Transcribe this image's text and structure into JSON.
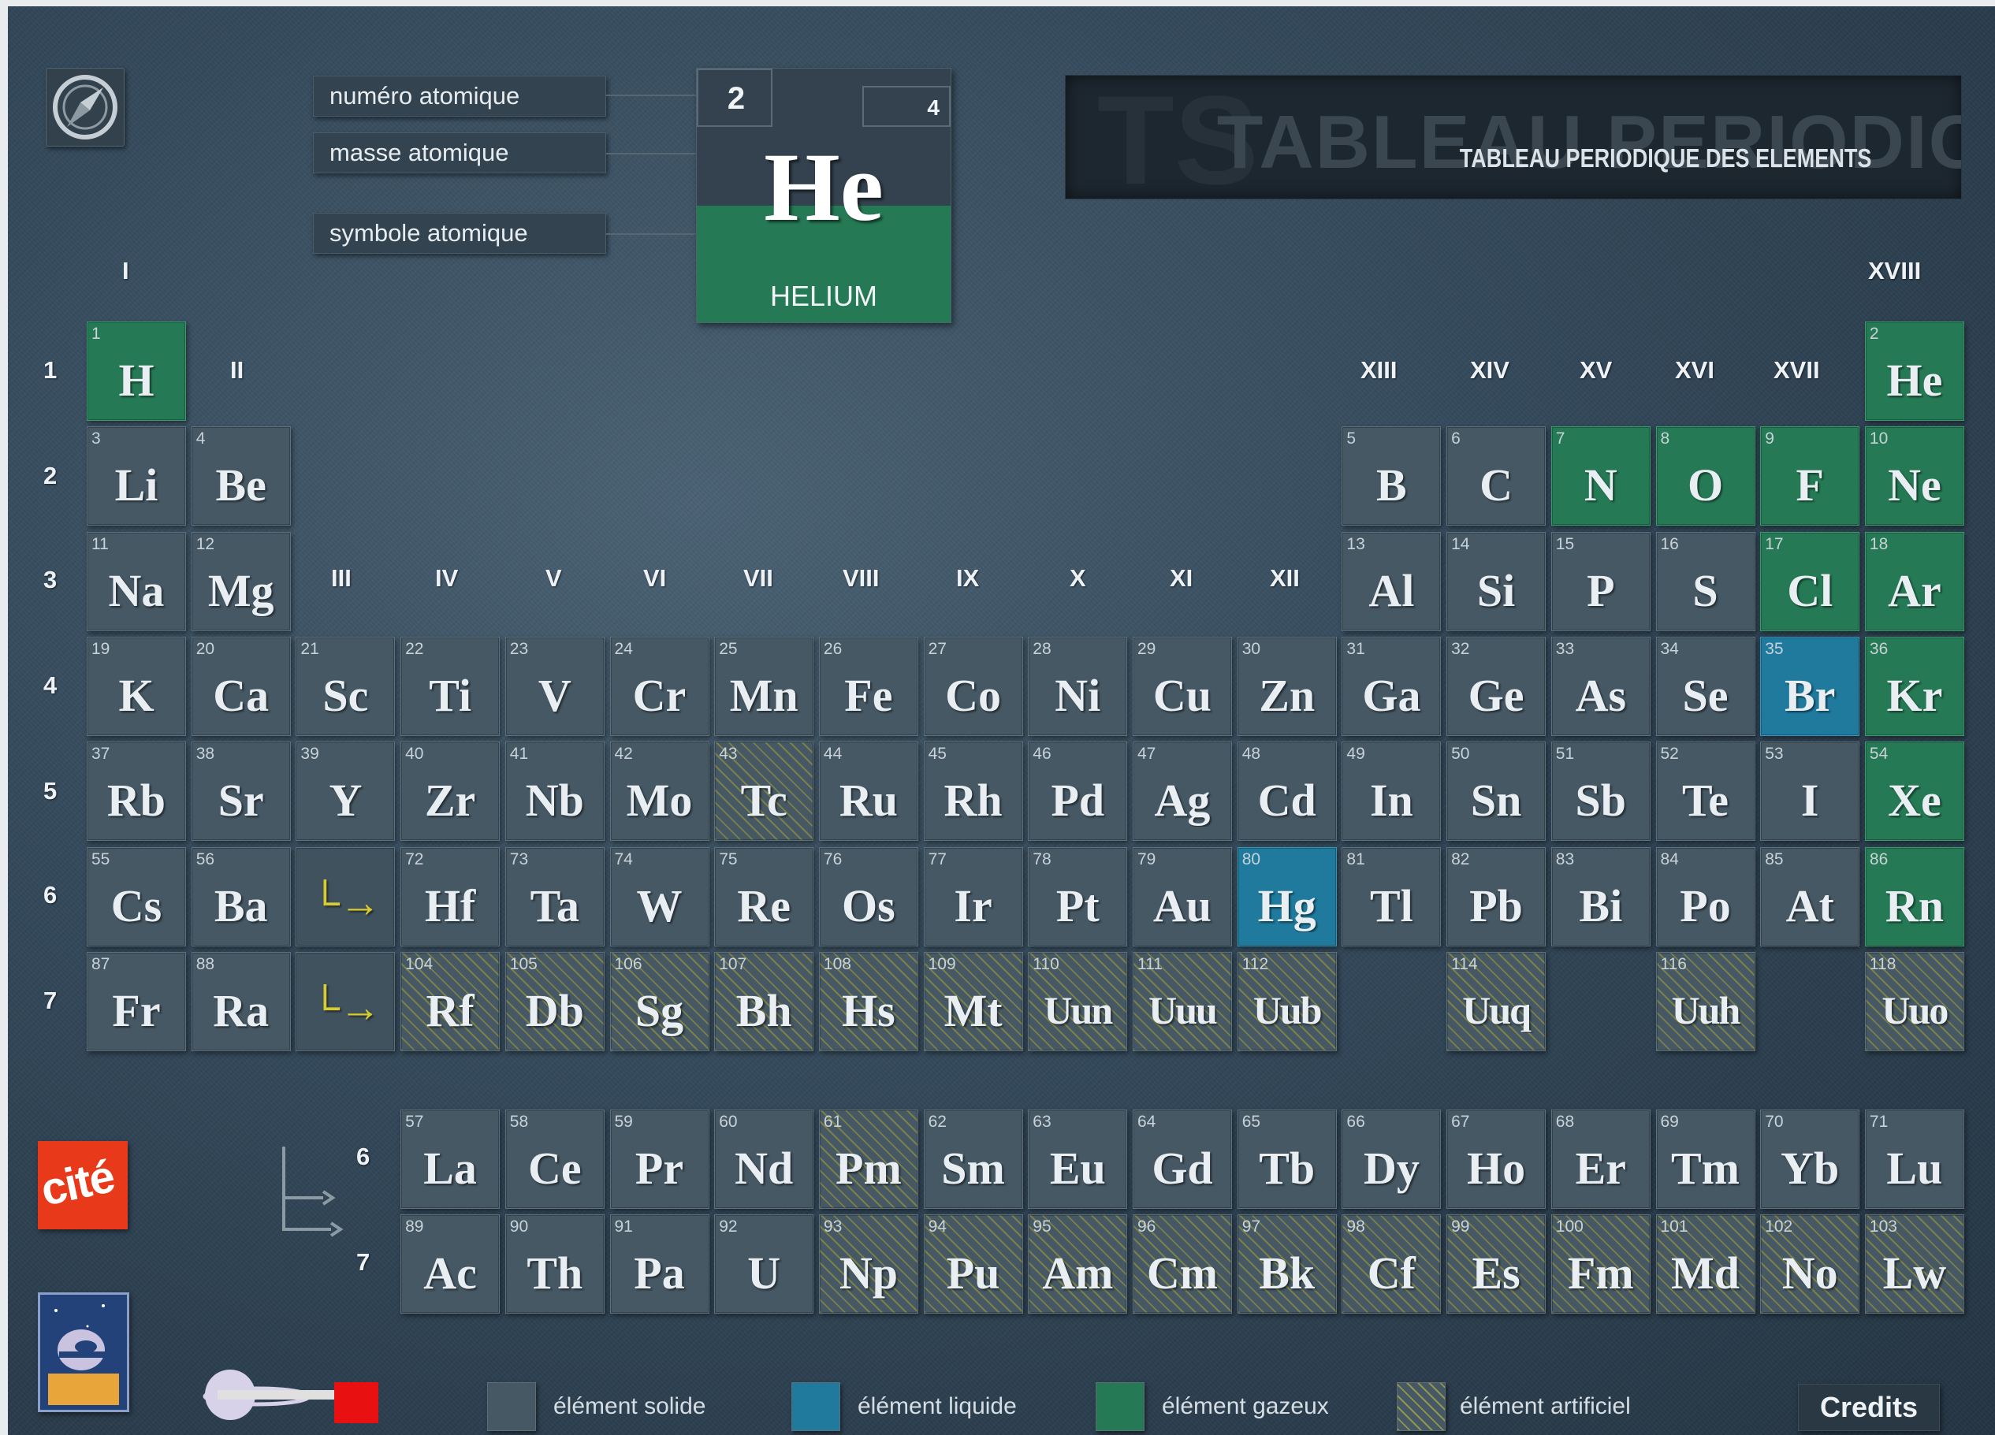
{
  "title_panel": {
    "heading": "TABLEAU PERIODIQUE DES ELEMENTS",
    "ghost_text": "TABLEAU PERIODIC",
    "ghost_text2": "TS"
  },
  "key": {
    "atomic_number_label": "numéro atomique",
    "atomic_mass_label": "masse atomique",
    "atomic_symbol_label": "symbole atomique"
  },
  "selected_element": {
    "number": "2",
    "mass": "4",
    "symbol": "He",
    "name": "HELIUM"
  },
  "groups": {
    "g1": "I",
    "g2": "II",
    "g3": "III",
    "g4": "IV",
    "g5": "V",
    "g6": "VI",
    "g7": "VII",
    "g8": "VIII",
    "g9": "IX",
    "g10": "X",
    "g11": "XI",
    "g12": "XII",
    "g13": "XIII",
    "g14": "XIV",
    "g15": "XV",
    "g16": "XVI",
    "g17": "XVII",
    "g18": "XVIII"
  },
  "periods": [
    "1",
    "2",
    "3",
    "4",
    "5",
    "6",
    "7"
  ],
  "series_periods": [
    "6",
    "7"
  ],
  "legend": {
    "solid": "élément solide",
    "liquid": "élément liquide",
    "gas": "élément gazeux",
    "artificial": "élément artificiel",
    "credits": "Credits"
  },
  "logos": {
    "cite": "cité"
  },
  "colors": {
    "solid": "#465864",
    "liquid": "#1f7a9d",
    "gas": "#257a55",
    "artificial_hatch": "#969640",
    "placeholder_arrow": "#d8cc30"
  },
  "elements": [
    {
      "n": "1",
      "s": "H",
      "st": "gas",
      "c": 1,
      "r": 1
    },
    {
      "n": "2",
      "s": "He",
      "st": "gas",
      "c": 18,
      "r": 1
    },
    {
      "n": "3",
      "s": "Li",
      "st": "solid",
      "c": 1,
      "r": 2
    },
    {
      "n": "4",
      "s": "Be",
      "st": "solid",
      "c": 2,
      "r": 2
    },
    {
      "n": "5",
      "s": "B",
      "st": "solid",
      "c": 13,
      "r": 2
    },
    {
      "n": "6",
      "s": "C",
      "st": "solid",
      "c": 14,
      "r": 2
    },
    {
      "n": "7",
      "s": "N",
      "st": "gas",
      "c": 15,
      "r": 2
    },
    {
      "n": "8",
      "s": "O",
      "st": "gas",
      "c": 16,
      "r": 2
    },
    {
      "n": "9",
      "s": "F",
      "st": "gas",
      "c": 17,
      "r": 2
    },
    {
      "n": "10",
      "s": "Ne",
      "st": "gas",
      "c": 18,
      "r": 2
    },
    {
      "n": "11",
      "s": "Na",
      "st": "solid",
      "c": 1,
      "r": 3
    },
    {
      "n": "12",
      "s": "Mg",
      "st": "solid",
      "c": 2,
      "r": 3
    },
    {
      "n": "13",
      "s": "Al",
      "st": "solid",
      "c": 13,
      "r": 3
    },
    {
      "n": "14",
      "s": "Si",
      "st": "solid",
      "c": 14,
      "r": 3
    },
    {
      "n": "15",
      "s": "P",
      "st": "solid",
      "c": 15,
      "r": 3
    },
    {
      "n": "16",
      "s": "S",
      "st": "solid",
      "c": 16,
      "r": 3
    },
    {
      "n": "17",
      "s": "Cl",
      "st": "gas",
      "c": 17,
      "r": 3
    },
    {
      "n": "18",
      "s": "Ar",
      "st": "gas",
      "c": 18,
      "r": 3
    },
    {
      "n": "19",
      "s": "K",
      "st": "solid",
      "c": 1,
      "r": 4
    },
    {
      "n": "20",
      "s": "Ca",
      "st": "solid",
      "c": 2,
      "r": 4
    },
    {
      "n": "21",
      "s": "Sc",
      "st": "solid",
      "c": 3,
      "r": 4
    },
    {
      "n": "22",
      "s": "Ti",
      "st": "solid",
      "c": 4,
      "r": 4
    },
    {
      "n": "23",
      "s": "V",
      "st": "solid",
      "c": 5,
      "r": 4
    },
    {
      "n": "24",
      "s": "Cr",
      "st": "solid",
      "c": 6,
      "r": 4
    },
    {
      "n": "25",
      "s": "Mn",
      "st": "solid",
      "c": 7,
      "r": 4
    },
    {
      "n": "26",
      "s": "Fe",
      "st": "solid",
      "c": 8,
      "r": 4
    },
    {
      "n": "27",
      "s": "Co",
      "st": "solid",
      "c": 9,
      "r": 4
    },
    {
      "n": "28",
      "s": "Ni",
      "st": "solid",
      "c": 10,
      "r": 4
    },
    {
      "n": "29",
      "s": "Cu",
      "st": "solid",
      "c": 11,
      "r": 4
    },
    {
      "n": "30",
      "s": "Zn",
      "st": "solid",
      "c": 12,
      "r": 4
    },
    {
      "n": "31",
      "s": "Ga",
      "st": "solid",
      "c": 13,
      "r": 4
    },
    {
      "n": "32",
      "s": "Ge",
      "st": "solid",
      "c": 14,
      "r": 4
    },
    {
      "n": "33",
      "s": "As",
      "st": "solid",
      "c": 15,
      "r": 4
    },
    {
      "n": "34",
      "s": "Se",
      "st": "solid",
      "c": 16,
      "r": 4
    },
    {
      "n": "35",
      "s": "Br",
      "st": "liquid",
      "c": 17,
      "r": 4
    },
    {
      "n": "36",
      "s": "Kr",
      "st": "gas",
      "c": 18,
      "r": 4
    },
    {
      "n": "37",
      "s": "Rb",
      "st": "solid",
      "c": 1,
      "r": 5
    },
    {
      "n": "38",
      "s": "Sr",
      "st": "solid",
      "c": 2,
      "r": 5
    },
    {
      "n": "39",
      "s": "Y",
      "st": "solid",
      "c": 3,
      "r": 5
    },
    {
      "n": "40",
      "s": "Zr",
      "st": "solid",
      "c": 4,
      "r": 5
    },
    {
      "n": "41",
      "s": "Nb",
      "st": "solid",
      "c": 5,
      "r": 5
    },
    {
      "n": "42",
      "s": "Mo",
      "st": "solid",
      "c": 6,
      "r": 5
    },
    {
      "n": "43",
      "s": "Tc",
      "st": "artificial",
      "c": 7,
      "r": 5
    },
    {
      "n": "44",
      "s": "Ru",
      "st": "solid",
      "c": 8,
      "r": 5
    },
    {
      "n": "45",
      "s": "Rh",
      "st": "solid",
      "c": 9,
      "r": 5
    },
    {
      "n": "46",
      "s": "Pd",
      "st": "solid",
      "c": 10,
      "r": 5
    },
    {
      "n": "47",
      "s": "Ag",
      "st": "solid",
      "c": 11,
      "r": 5
    },
    {
      "n": "48",
      "s": "Cd",
      "st": "solid",
      "c": 12,
      "r": 5
    },
    {
      "n": "49",
      "s": "In",
      "st": "solid",
      "c": 13,
      "r": 5
    },
    {
      "n": "50",
      "s": "Sn",
      "st": "solid",
      "c": 14,
      "r": 5
    },
    {
      "n": "51",
      "s": "Sb",
      "st": "solid",
      "c": 15,
      "r": 5
    },
    {
      "n": "52",
      "s": "Te",
      "st": "solid",
      "c": 16,
      "r": 5
    },
    {
      "n": "53",
      "s": "I",
      "st": "solid",
      "c": 17,
      "r": 5
    },
    {
      "n": "54",
      "s": "Xe",
      "st": "gas",
      "c": 18,
      "r": 5
    },
    {
      "n": "55",
      "s": "Cs",
      "st": "solid",
      "c": 1,
      "r": 6
    },
    {
      "n": "56",
      "s": "Ba",
      "st": "solid",
      "c": 2,
      "r": 6
    },
    {
      "n": "",
      "s": "└→",
      "st": "placeholder",
      "c": 3,
      "r": 6
    },
    {
      "n": "72",
      "s": "Hf",
      "st": "solid",
      "c": 4,
      "r": 6
    },
    {
      "n": "73",
      "s": "Ta",
      "st": "solid",
      "c": 5,
      "r": 6
    },
    {
      "n": "74",
      "s": "W",
      "st": "solid",
      "c": 6,
      "r": 6
    },
    {
      "n": "75",
      "s": "Re",
      "st": "solid",
      "c": 7,
      "r": 6
    },
    {
      "n": "76",
      "s": "Os",
      "st": "solid",
      "c": 8,
      "r": 6
    },
    {
      "n": "77",
      "s": "Ir",
      "st": "solid",
      "c": 9,
      "r": 6
    },
    {
      "n": "78",
      "s": "Pt",
      "st": "solid",
      "c": 10,
      "r": 6
    },
    {
      "n": "79",
      "s": "Au",
      "st": "solid",
      "c": 11,
      "r": 6
    },
    {
      "n": "80",
      "s": "Hg",
      "st": "liquid",
      "c": 12,
      "r": 6
    },
    {
      "n": "81",
      "s": "Tl",
      "st": "solid",
      "c": 13,
      "r": 6
    },
    {
      "n": "82",
      "s": "Pb",
      "st": "solid",
      "c": 14,
      "r": 6
    },
    {
      "n": "83",
      "s": "Bi",
      "st": "solid",
      "c": 15,
      "r": 6
    },
    {
      "n": "84",
      "s": "Po",
      "st": "solid",
      "c": 16,
      "r": 6
    },
    {
      "n": "85",
      "s": "At",
      "st": "solid",
      "c": 17,
      "r": 6
    },
    {
      "n": "86",
      "s": "Rn",
      "st": "gas",
      "c": 18,
      "r": 6
    },
    {
      "n": "87",
      "s": "Fr",
      "st": "solid",
      "c": 1,
      "r": 7
    },
    {
      "n": "88",
      "s": "Ra",
      "st": "solid",
      "c": 2,
      "r": 7
    },
    {
      "n": "",
      "s": "└→",
      "st": "placeholder",
      "c": 3,
      "r": 7
    },
    {
      "n": "104",
      "s": "Rf",
      "st": "artificial",
      "c": 4,
      "r": 7
    },
    {
      "n": "105",
      "s": "Db",
      "st": "artificial",
      "c": 5,
      "r": 7
    },
    {
      "n": "106",
      "s": "Sg",
      "st": "artificial",
      "c": 6,
      "r": 7
    },
    {
      "n": "107",
      "s": "Bh",
      "st": "artificial",
      "c": 7,
      "r": 7
    },
    {
      "n": "108",
      "s": "Hs",
      "st": "artificial",
      "c": 8,
      "r": 7
    },
    {
      "n": "109",
      "s": "Mt",
      "st": "artificial",
      "c": 9,
      "r": 7
    },
    {
      "n": "110",
      "s": "Uun",
      "st": "artificial",
      "c": 10,
      "r": 7
    },
    {
      "n": "111",
      "s": "Uuu",
      "st": "artificial",
      "c": 11,
      "r": 7
    },
    {
      "n": "112",
      "s": "Uub",
      "st": "artificial",
      "c": 12,
      "r": 7
    },
    {
      "n": "114",
      "s": "Uuq",
      "st": "artificial",
      "c": 14,
      "r": 7
    },
    {
      "n": "116",
      "s": "Uuh",
      "st": "artificial",
      "c": 16,
      "r": 7
    },
    {
      "n": "118",
      "s": "Uuo",
      "st": "artificial",
      "c": 18,
      "r": 7
    },
    {
      "n": "57",
      "s": "La",
      "st": "solid",
      "c": 4,
      "r": 9
    },
    {
      "n": "58",
      "s": "Ce",
      "st": "solid",
      "c": 5,
      "r": 9
    },
    {
      "n": "59",
      "s": "Pr",
      "st": "solid",
      "c": 6,
      "r": 9
    },
    {
      "n": "60",
      "s": "Nd",
      "st": "solid",
      "c": 7,
      "r": 9
    },
    {
      "n": "61",
      "s": "Pm",
      "st": "artificial",
      "c": 8,
      "r": 9
    },
    {
      "n": "62",
      "s": "Sm",
      "st": "solid",
      "c": 9,
      "r": 9
    },
    {
      "n": "63",
      "s": "Eu",
      "st": "solid",
      "c": 10,
      "r": 9
    },
    {
      "n": "64",
      "s": "Gd",
      "st": "solid",
      "c": 11,
      "r": 9
    },
    {
      "n": "65",
      "s": "Tb",
      "st": "solid",
      "c": 12,
      "r": 9
    },
    {
      "n": "66",
      "s": "Dy",
      "st": "solid",
      "c": 13,
      "r": 9
    },
    {
      "n": "67",
      "s": "Ho",
      "st": "solid",
      "c": 14,
      "r": 9
    },
    {
      "n": "68",
      "s": "Er",
      "st": "solid",
      "c": 15,
      "r": 9
    },
    {
      "n": "69",
      "s": "Tm",
      "st": "solid",
      "c": 16,
      "r": 9
    },
    {
      "n": "70",
      "s": "Yb",
      "st": "solid",
      "c": 17,
      "r": 9
    },
    {
      "n": "71",
      "s": "Lu",
      "st": "solid",
      "c": 18,
      "r": 9
    },
    {
      "n": "89",
      "s": "Ac",
      "st": "solid",
      "c": 4,
      "r": 10
    },
    {
      "n": "90",
      "s": "Th",
      "st": "solid",
      "c": 5,
      "r": 10
    },
    {
      "n": "91",
      "s": "Pa",
      "st": "solid",
      "c": 6,
      "r": 10
    },
    {
      "n": "92",
      "s": "U",
      "st": "solid",
      "c": 7,
      "r": 10
    },
    {
      "n": "93",
      "s": "Np",
      "st": "artificial",
      "c": 8,
      "r": 10
    },
    {
      "n": "94",
      "s": "Pu",
      "st": "artificial",
      "c": 9,
      "r": 10
    },
    {
      "n": "95",
      "s": "Am",
      "st": "artificial",
      "c": 10,
      "r": 10
    },
    {
      "n": "96",
      "s": "Cm",
      "st": "artificial",
      "c": 11,
      "r": 10
    },
    {
      "n": "97",
      "s": "Bk",
      "st": "artificial",
      "c": 12,
      "r": 10
    },
    {
      "n": "98",
      "s": "Cf",
      "st": "artificial",
      "c": 13,
      "r": 10
    },
    {
      "n": "99",
      "s": "Es",
      "st": "artificial",
      "c": 14,
      "r": 10
    },
    {
      "n": "100",
      "s": "Fm",
      "st": "artificial",
      "c": 15,
      "r": 10
    },
    {
      "n": "101",
      "s": "Md",
      "st": "artificial",
      "c": 16,
      "r": 10
    },
    {
      "n": "102",
      "s": "No",
      "st": "artificial",
      "c": 17,
      "r": 10
    },
    {
      "n": "103",
      "s": "Lw",
      "st": "artificial",
      "c": 18,
      "r": 10
    }
  ]
}
